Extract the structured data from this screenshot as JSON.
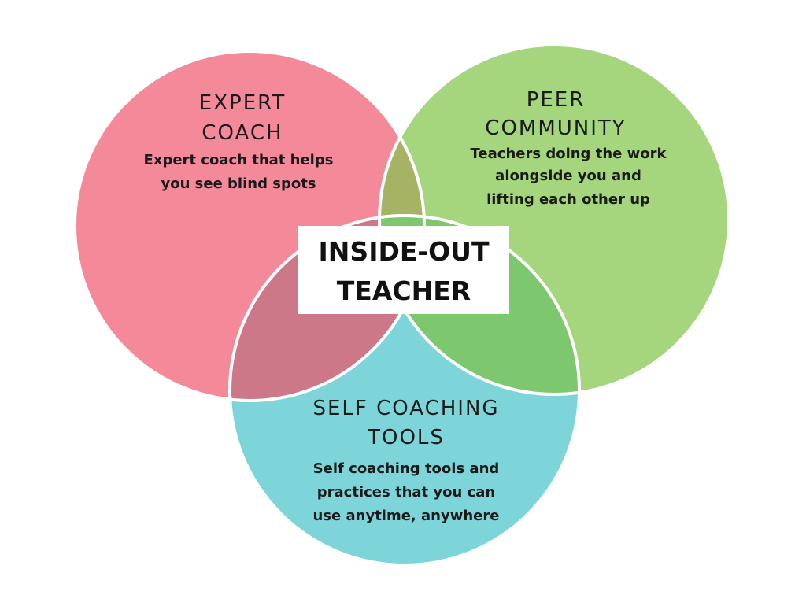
{
  "diagram": {
    "colors": {
      "expert": "#f4899a",
      "peer": "#a5d57c",
      "self": "#7dd5da",
      "expert_peer": "#a6b365",
      "expert_self": "#cc7889",
      "peer_self": "#7dc86e",
      "outline": "#ffffff",
      "center_box": "#ffffff",
      "text": "#1a1a1a"
    },
    "center": {
      "line1": "INSIDE-OUT",
      "line2": "TEACHER"
    },
    "expert": {
      "title_line1": "EXPERT",
      "title_line2": "COACH",
      "desc_line1": "Expert coach that helps",
      "desc_line2": "you see blind spots"
    },
    "peer": {
      "title_line1": "PEER",
      "title_line2": "COMMUNITY",
      "desc_line1": "Teachers doing the work",
      "desc_line2": "alongside you and",
      "desc_line3": "lifting each other up"
    },
    "self": {
      "title_line1": "SELF COACHING",
      "title_line2": "TOOLS",
      "desc_line1": "Self coaching tools and",
      "desc_line2": "practices that you can",
      "desc_line3": "use anytime, anywhere"
    }
  }
}
